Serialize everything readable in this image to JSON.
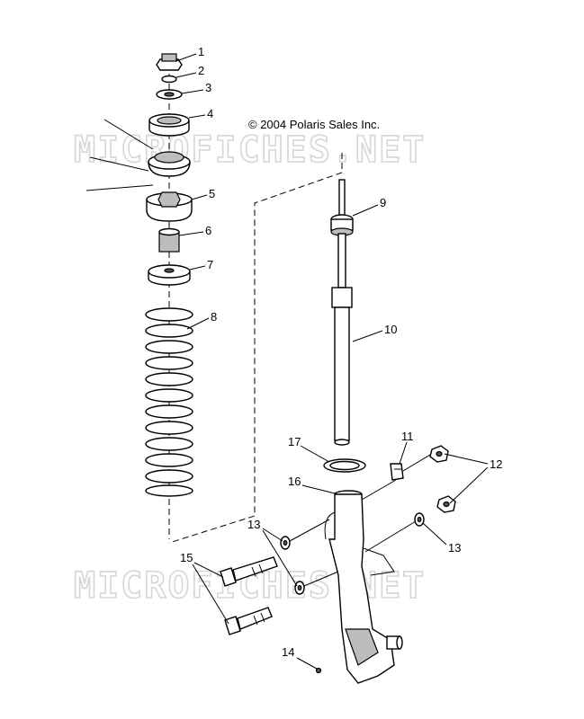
{
  "copyright": "© 2004 Polaris Sales Inc.",
  "watermarks": [
    "MICROFICHES.NET",
    "MICROFICHES.NET"
  ],
  "callouts": [
    "1",
    "2",
    "3",
    "4",
    "5",
    "6",
    "7",
    "8",
    "9",
    "10",
    "11",
    "12",
    "13",
    "13",
    "14",
    "15",
    "16",
    "17"
  ]
}
